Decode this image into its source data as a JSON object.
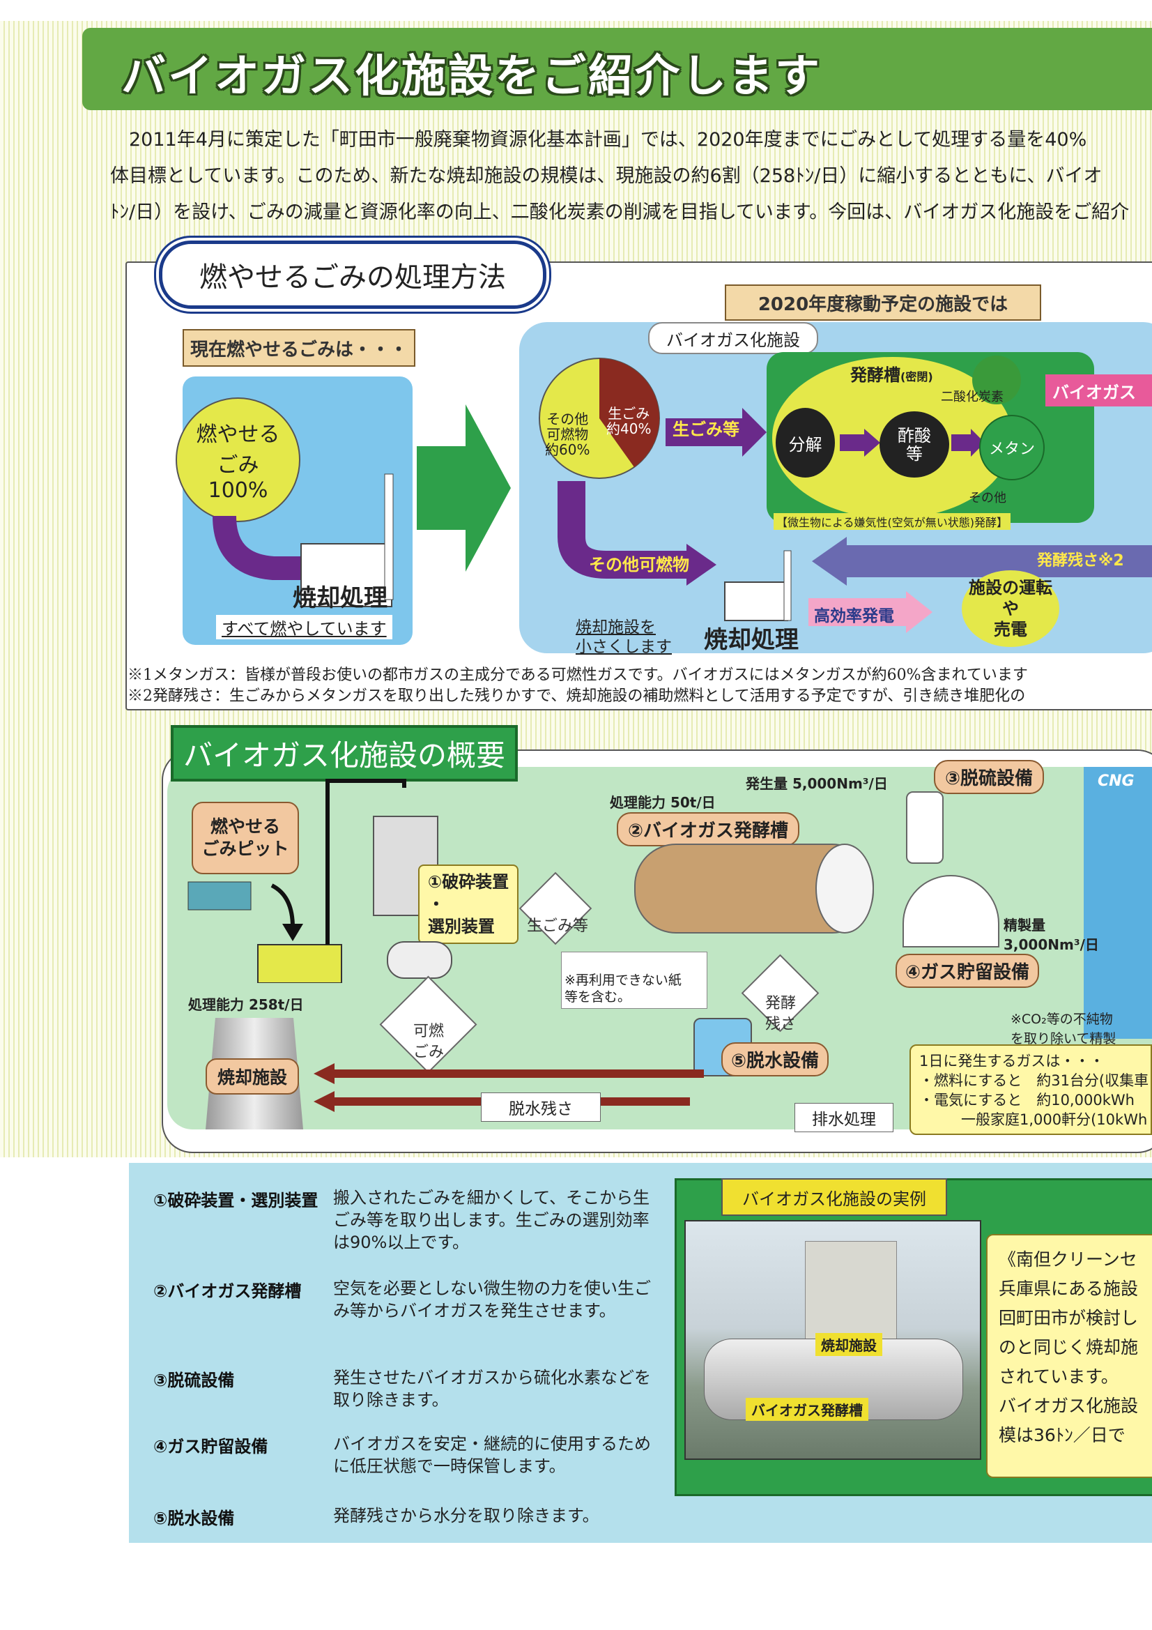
{
  "title": "バイオガス化施設をご紹介します",
  "intro": [
    "2011年4月に策定した「町田市一般廃棄物資源化基本計画」では、2020年度までにごみとして処理する量を40%",
    "体目標としています。このため、新たな焼却施設の規模は、現施設の約6割（258ﾄﾝ/日）に縮小するとともに、バイオ",
    "ﾄﾝ/日）を設け、ごみの減量と資源化率の向上、二酸化炭素の削減を目指しています。今回は、バイオガス化施設をご紹介"
  ],
  "section1": {
    "heading": "燃やせるごみの処理方法",
    "current_banner": "現在燃やせるごみは・・・",
    "burnable": "燃やせる\nごみ\n100%",
    "incineration": "焼却処理",
    "burn_all": "すべて燃やしています",
    "future_banner": "2020年度稼動予定の施設では",
    "biogas_facility": "バイオガス化施設",
    "pie_other": "その他\n可燃物\n約60%",
    "pie_food": "生ごみ\n約40%",
    "food_arrow": "生ごみ等",
    "tank": "発酵槽",
    "tank_sub": "(密閉)",
    "co2": "二酸化炭素",
    "decomp": "分解",
    "acetic": "酢酸\n等",
    "methane": "メタン",
    "others": "その他",
    "anaerobic": "【微生物による嫌気性(空気が無い状態)発酵】",
    "biogas_arrow": "バイオガス",
    "residue_arrow": "発酵残さ※2",
    "other_burnable_arrow": "その他可燃物",
    "smaller": "焼却施設を\n小さくします",
    "incineration2": "焼却処理",
    "hi_eff": "高効率発電",
    "operation": "施設の運転\nや\n売電",
    "note1": "※1メタンガス：皆様が普段お使いの都市ガスの主成分である可燃性ガスです。バイオガスにはメタンガスが約60%含まれています",
    "note2": "※2発酵残さ：生ごみからメタンガスを取り出した残りかすで、焼却施設の補助燃料として活用する予定ですが、引き続き堆肥化の"
  },
  "section2": {
    "heading": "バイオガス化施設の概要",
    "pit": "燃やせる\nごみピット",
    "capacity_incin": "処理能力 258t/日",
    "incin_facility": "焼却施設",
    "crusher": "①破砕装置\n・\n選別装置",
    "food": "生ごみ等",
    "paper_note": "※再利用できない紙\n等を含む。",
    "capacity_ferm": "処理能力 50t/日",
    "generation": "発生量 5,000Nm³/日",
    "fermenter": "②バイオガス発酵槽",
    "desulf": "③脱硫設備",
    "cng": "CNG",
    "refined": "精製量\n3,000Nm³/日",
    "storage": "④ガス貯留設備",
    "co2_note": "※CO₂等の不純物\nを取り除いて精製",
    "residue": "発酵\n残さ",
    "burnable": "可燃\nごみ",
    "dewater": "⑤脱水設備",
    "dewater_residue": "脱水残さ",
    "drainage": "排水処理",
    "daily_title": "1日に発生するガスは・・・",
    "daily_fuel": "・燃料にすると　約31台分(収集車",
    "daily_elec": "・電気にすると　約10,000kWh",
    "daily_home": "一般家庭1,000軒分(10kWh"
  },
  "glossary": [
    {
      "term": "①破砕装置・選別装置",
      "desc": "搬入されたごみを細かくして、そこから生ごみ等を取り出します。生ごみの選別効率は90%以上です。"
    },
    {
      "term": "②バイオガス発酵槽",
      "desc": "空気を必要としない微生物の力を使い生ごみ等からバイオガスを発生させます。"
    },
    {
      "term": "③脱硫設備",
      "desc": "発生させたバイオガスから硫化水素などを取り除きます。"
    },
    {
      "term": "④ガス貯留設備",
      "desc": "バイオガスを安定・継続的に使用するために低圧状態で一時保管します。"
    },
    {
      "term": "⑤脱水設備",
      "desc": "発酵残さから水分を取り除きます。"
    }
  ],
  "example": {
    "ribbon": "バイオガス化施設の実例",
    "photo_label1": "焼却施設",
    "photo_label2": "バイオガス発酵槽",
    "side_title": "《南但クリーンセ",
    "side_lines": [
      "兵庫県にある施設",
      "回町田市が検討し",
      "のと同じく焼却施",
      "されています。",
      "バイオガス化施設",
      "模は36ﾄﾝ／日で"
    ]
  }
}
